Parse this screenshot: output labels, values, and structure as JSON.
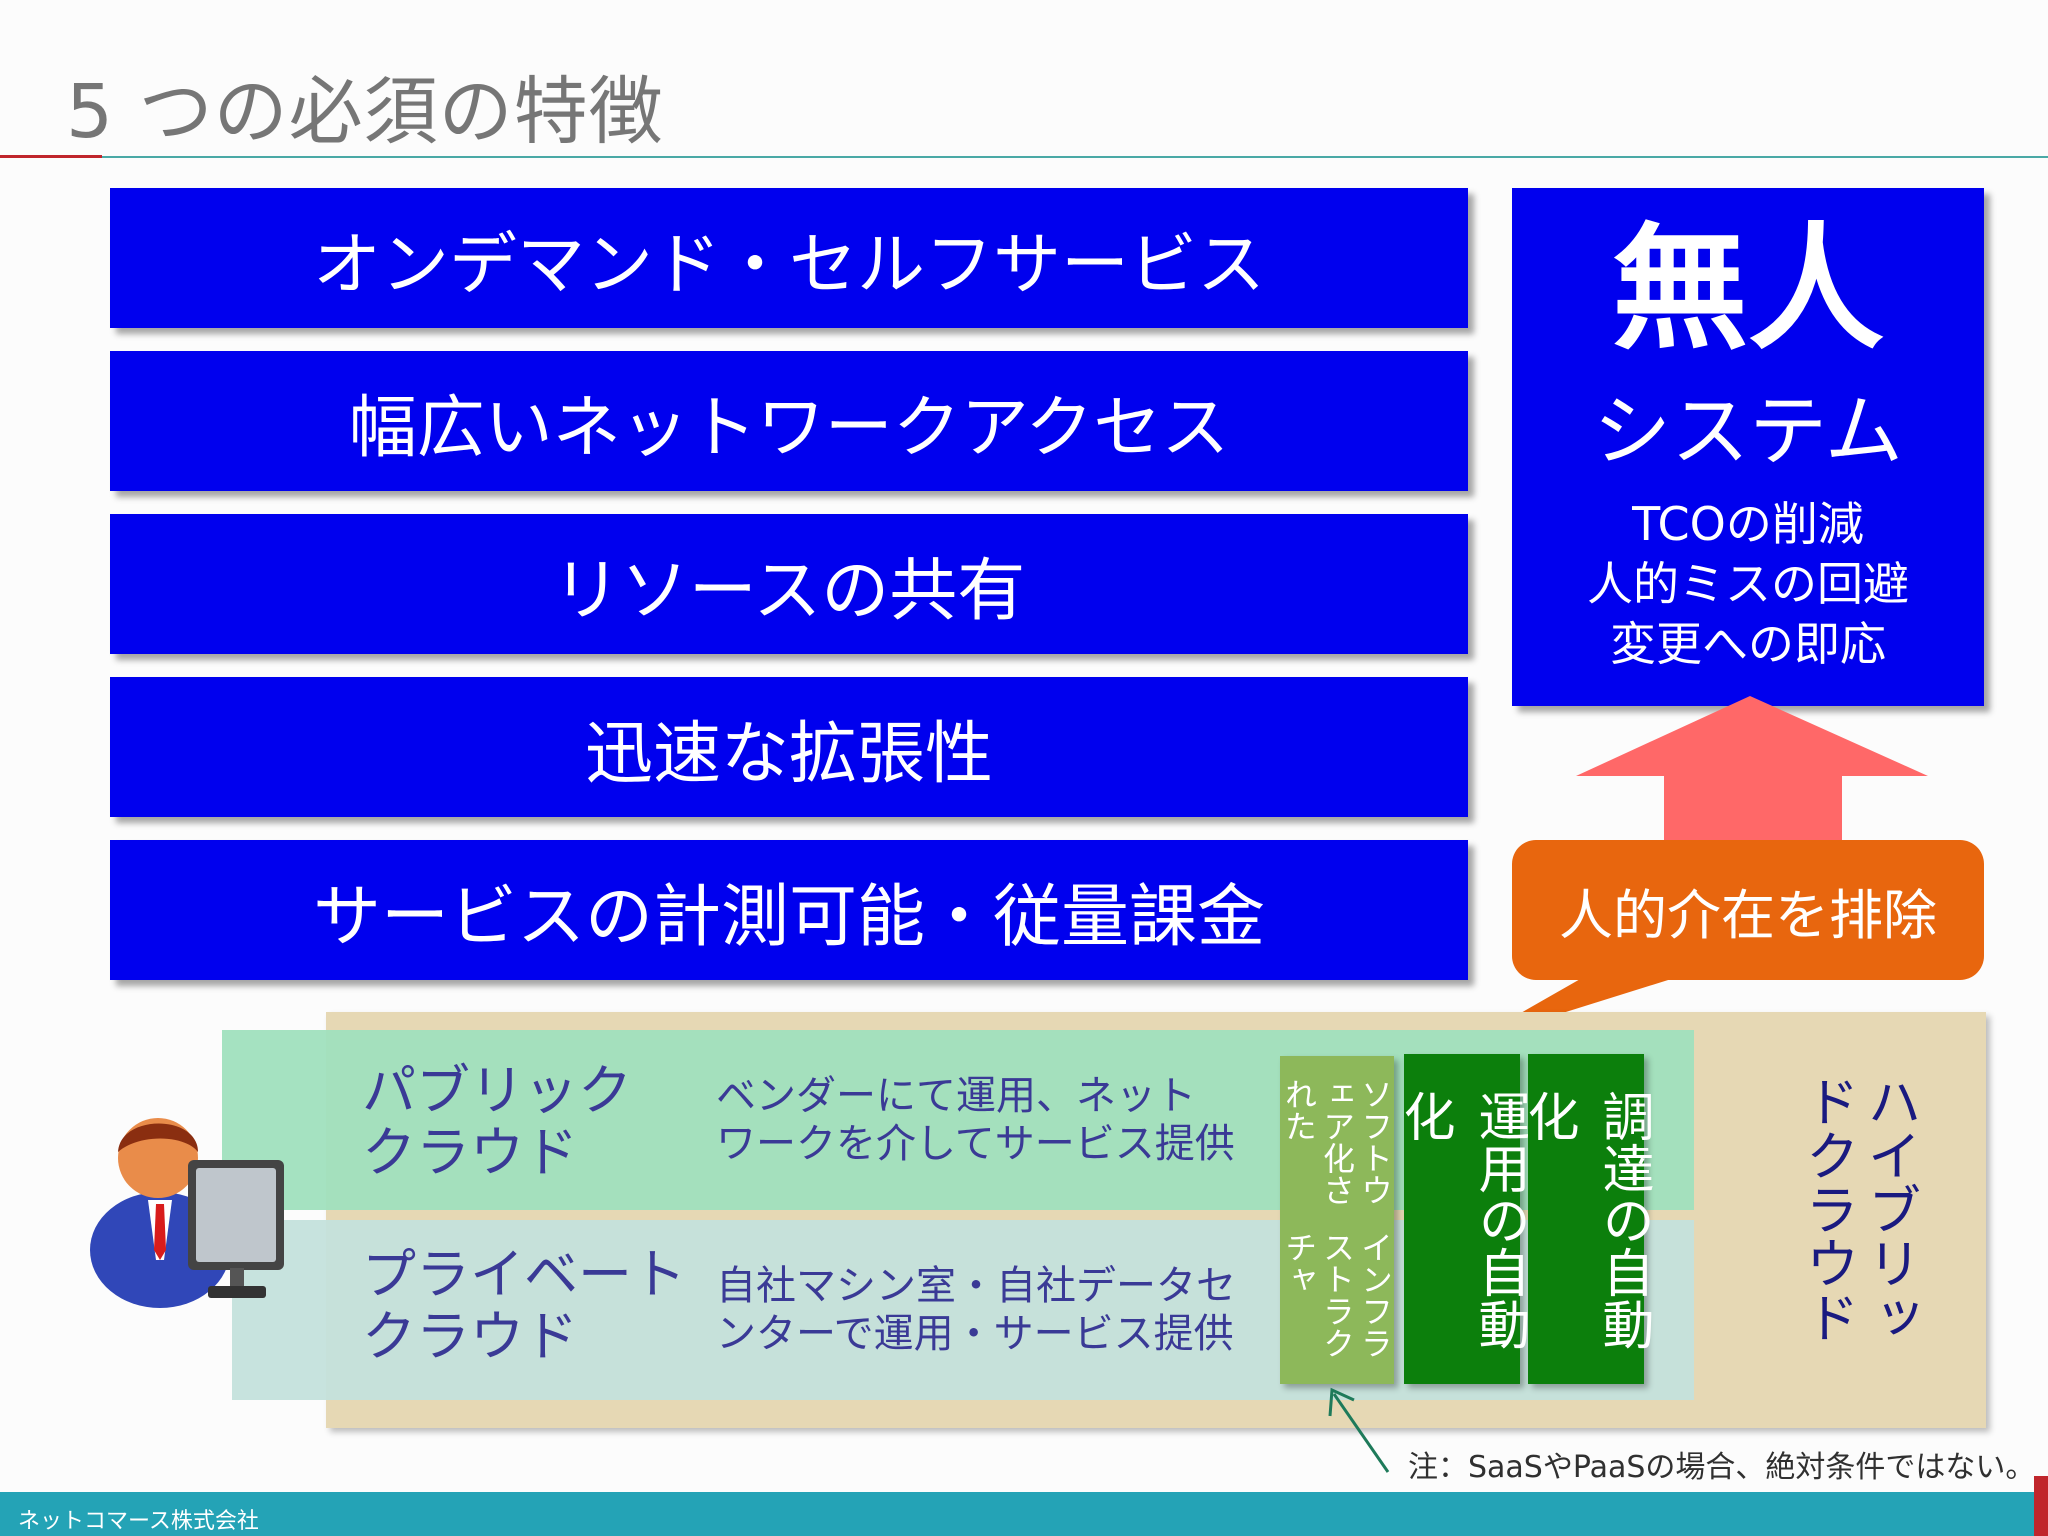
{
  "slide": {
    "title": "5 つの必須の特徴",
    "features": [
      "オンデマンド・セルフサービス",
      "幅広いネットワークアクセス",
      "リソースの共有",
      "迅速な拡張性",
      "サービスの計測可能・従量課金"
    ],
    "mujin_box": {
      "big": "無人",
      "system": "システム",
      "benefits": [
        "TCOの削減",
        "人的ミスの回避",
        "変更への即応"
      ]
    },
    "callout": "人的介在を排除",
    "public_cloud": {
      "name_line1": "パブリック",
      "name_line2": "クラウド",
      "desc_line1": "ベンダーにて運用、ネット",
      "desc_line2": "ワークを介してサービス提供"
    },
    "private_cloud": {
      "name_line1": "プライベート",
      "name_line2": "クラウド",
      "desc_line1": "自社マシン室・自社データセ",
      "desc_line2": "ンターで運用・サービス提供"
    },
    "columns": {
      "software_line1": "ソフトウェア化された",
      "software_line2": "インフラストラクチャ",
      "ops_automation": "運用の自動化",
      "procurement_automation": "調達の自動化"
    },
    "hybrid_label": "ハイブリッドクラウド",
    "note": "注：SaaSやPaaSの場合、絶対条件ではない。",
    "footer": "ネットコマース株式会社",
    "colors": {
      "feature_blue": "#0000ee",
      "arrow_salmon": "#ff6868",
      "callout_orange": "#e8660e",
      "automation_green": "#0c7f0c",
      "software_green": "#8db85a",
      "hybrid_tan": "#e6d8b4",
      "footer_teal": "#24a3b6"
    }
  }
}
